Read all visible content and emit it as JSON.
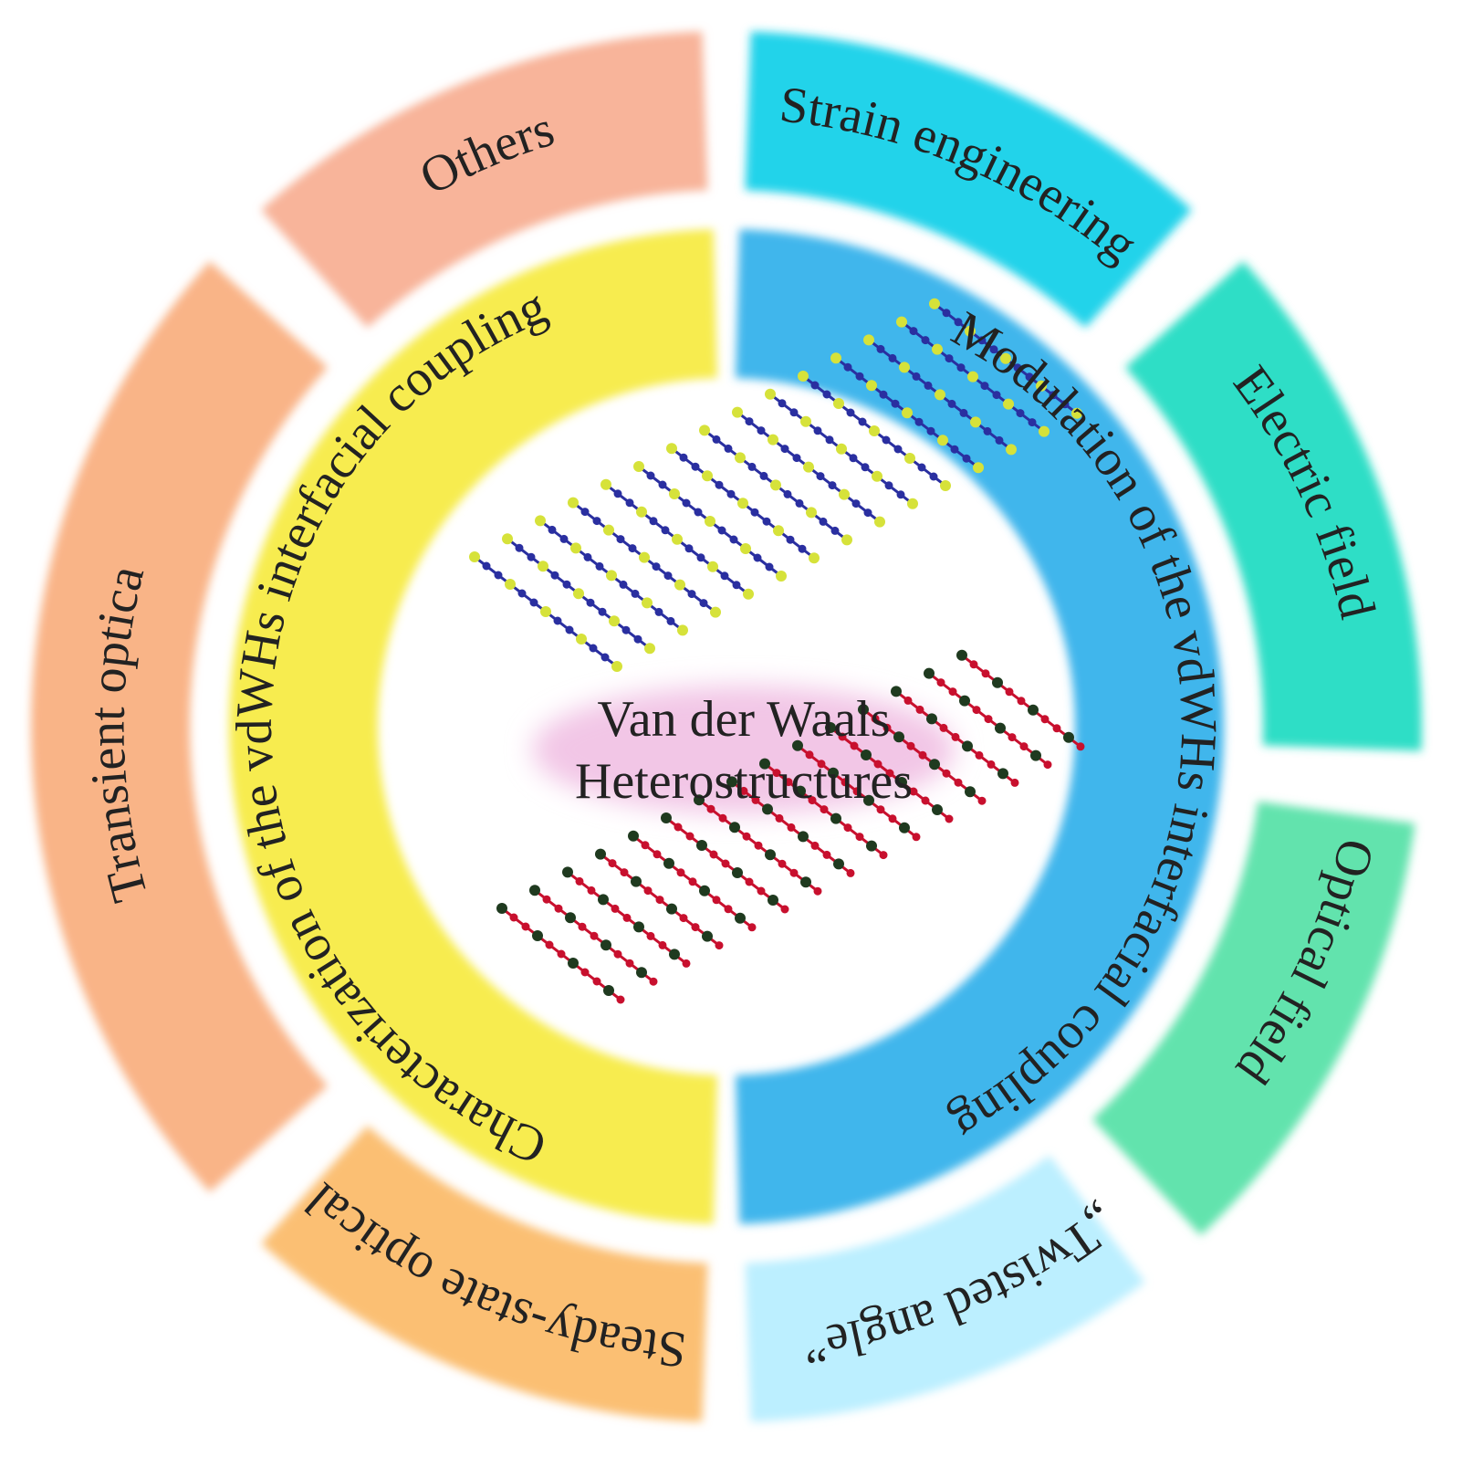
{
  "center": {
    "title_line1": "Van der Waals",
    "title_line2": "Heterostructures",
    "highlight_color": "#f2c6e6",
    "upper_structure_colors": [
      "#2a2fa0",
      "#d6e23a"
    ],
    "lower_structure_colors": [
      "#c8102e",
      "#1f3a1f"
    ]
  },
  "inner_ring": {
    "left": {
      "label": "Characterization of the vdWHs interfacial coupling",
      "color": "#f7ec4f"
    },
    "right": {
      "label": "Modulation of the vdWHs interfacial coupling",
      "color": "#41b6ec"
    }
  },
  "outer_segments": [
    {
      "label": "Strain engineering",
      "color": "#22d3ea"
    },
    {
      "label": "Electric field",
      "color": "#2fdec6"
    },
    {
      "label": "Optical field",
      "color": "#62e3ad"
    },
    {
      "label": "„Twisted angle”",
      "color": "#bcefff"
    },
    {
      "label": "Steady-state optical",
      "color": "#fbbf73"
    },
    {
      "label": "Transient optical",
      "color": "#f9b487"
    },
    {
      "label": "Others",
      "color": "#f8b49a"
    }
  ]
}
